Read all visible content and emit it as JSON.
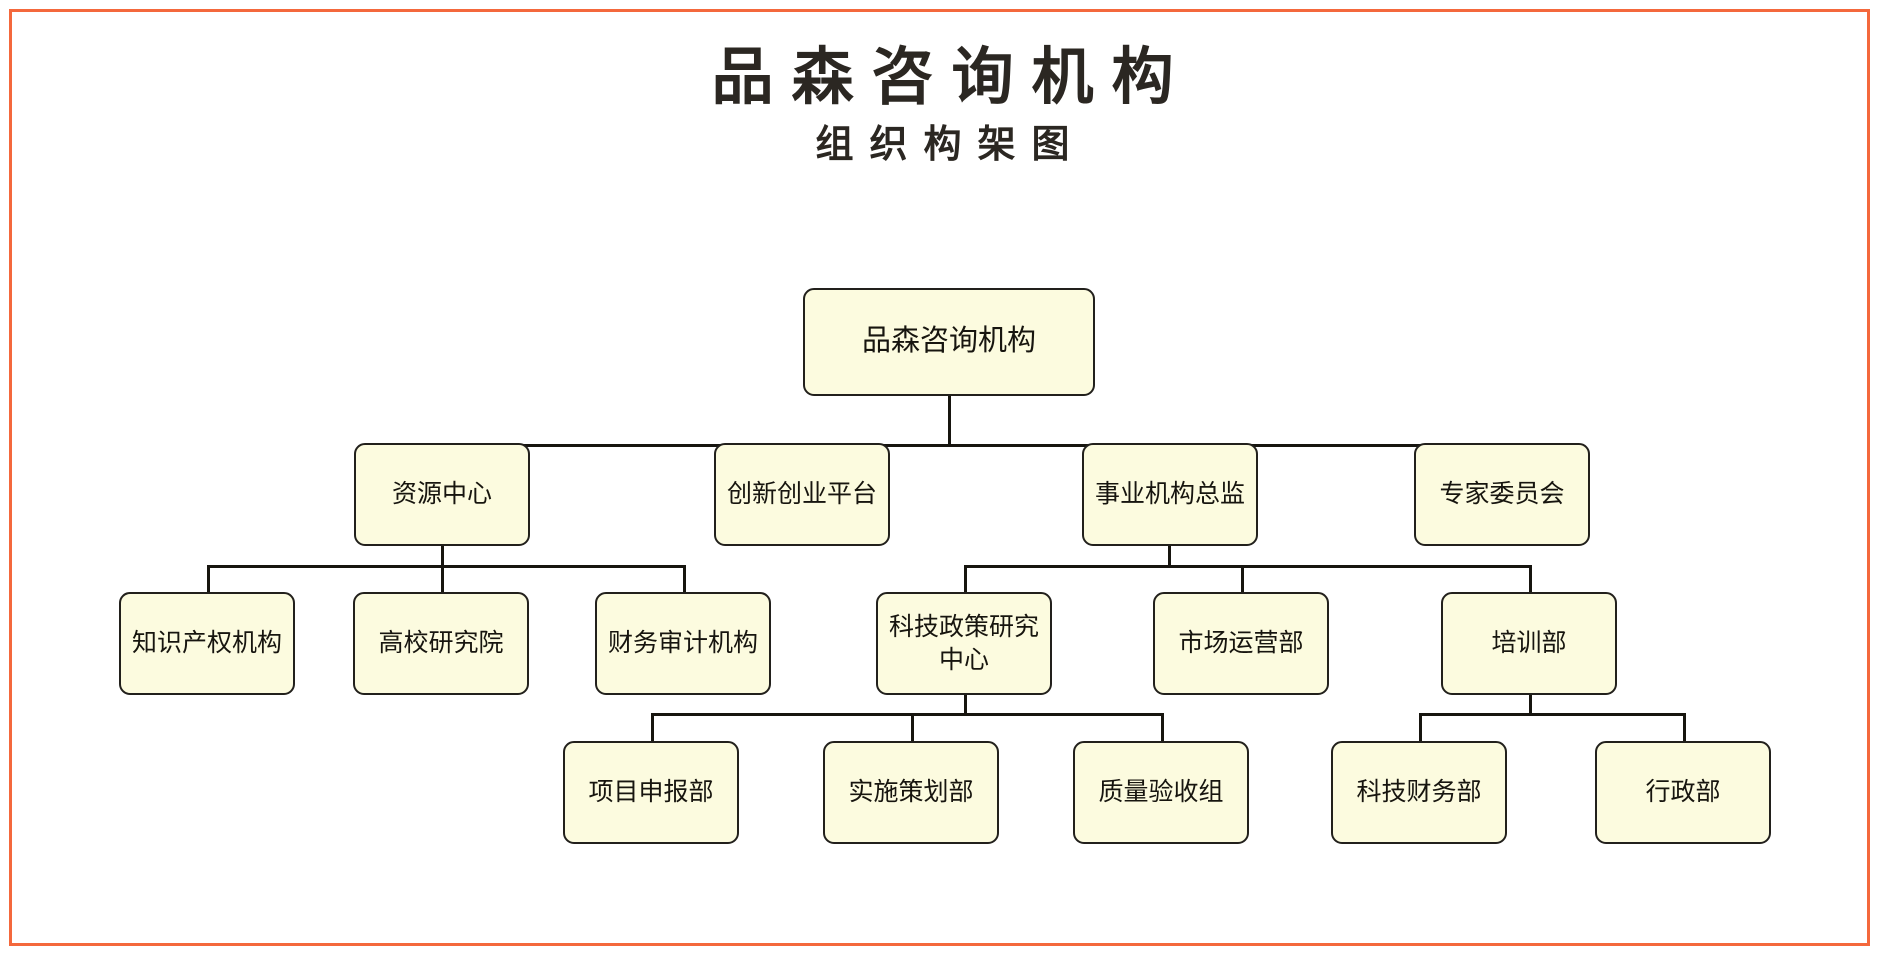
{
  "page": {
    "frame_color": "#f4683c",
    "background": "#ffffff",
    "node_fill": "#fcfbdf",
    "node_border": "#22201c",
    "connector_color": "#17150f"
  },
  "header": {
    "title": "品森咨询机构",
    "subtitle": "组织构架图"
  },
  "chart_data": {
    "type": "diagram",
    "diagram_kind": "org-chart",
    "title": "品森咨询机构",
    "subtitle": "组织构架图",
    "root": "品森咨询机构",
    "nodes": [
      {
        "id": "n0",
        "label": "品森咨询机构",
        "level": 0,
        "parent": null
      },
      {
        "id": "n1",
        "label": "资源中心",
        "level": 1,
        "parent": "n0"
      },
      {
        "id": "n2",
        "label": "创新创业平台",
        "level": 1,
        "parent": "n0"
      },
      {
        "id": "n3",
        "label": "事业机构总监",
        "level": 1,
        "parent": "n0"
      },
      {
        "id": "n4",
        "label": "专家委员会",
        "level": 1,
        "parent": "n0"
      },
      {
        "id": "n5",
        "label": "知识产权机构",
        "level": 2,
        "parent": "n1"
      },
      {
        "id": "n6",
        "label": "高校研究院",
        "level": 2,
        "parent": "n1"
      },
      {
        "id": "n7",
        "label": "财务审计机构",
        "level": 2,
        "parent": "n1"
      },
      {
        "id": "n8",
        "label": "科技政策研究中心",
        "level": 2,
        "parent": "n3"
      },
      {
        "id": "n9",
        "label": "市场运营部",
        "level": 2,
        "parent": "n3"
      },
      {
        "id": "n10",
        "label": "培训部",
        "level": 2,
        "parent": "n3"
      },
      {
        "id": "n11",
        "label": "项目申报部",
        "level": 3,
        "parent": "n8"
      },
      {
        "id": "n12",
        "label": "实施策划部",
        "level": 3,
        "parent": "n8"
      },
      {
        "id": "n13",
        "label": "质量验收组",
        "level": 3,
        "parent": "n8"
      },
      {
        "id": "n14",
        "label": "科技财务部",
        "level": 3,
        "parent": "n10"
      },
      {
        "id": "n15",
        "label": "行政部",
        "level": 3,
        "parent": "n10"
      }
    ],
    "edges": [
      {
        "from": "n0",
        "to": "n1"
      },
      {
        "from": "n0",
        "to": "n2"
      },
      {
        "from": "n0",
        "to": "n3"
      },
      {
        "from": "n0",
        "to": "n4"
      },
      {
        "from": "n1",
        "to": "n5"
      },
      {
        "from": "n1",
        "to": "n6"
      },
      {
        "from": "n1",
        "to": "n7"
      },
      {
        "from": "n3",
        "to": "n8"
      },
      {
        "from": "n3",
        "to": "n9"
      },
      {
        "from": "n3",
        "to": "n10"
      },
      {
        "from": "n8",
        "to": "n11"
      },
      {
        "from": "n8",
        "to": "n12"
      },
      {
        "from": "n8",
        "to": "n13"
      },
      {
        "from": "n10",
        "to": "n14"
      },
      {
        "from": "n10",
        "to": "n15"
      }
    ]
  }
}
